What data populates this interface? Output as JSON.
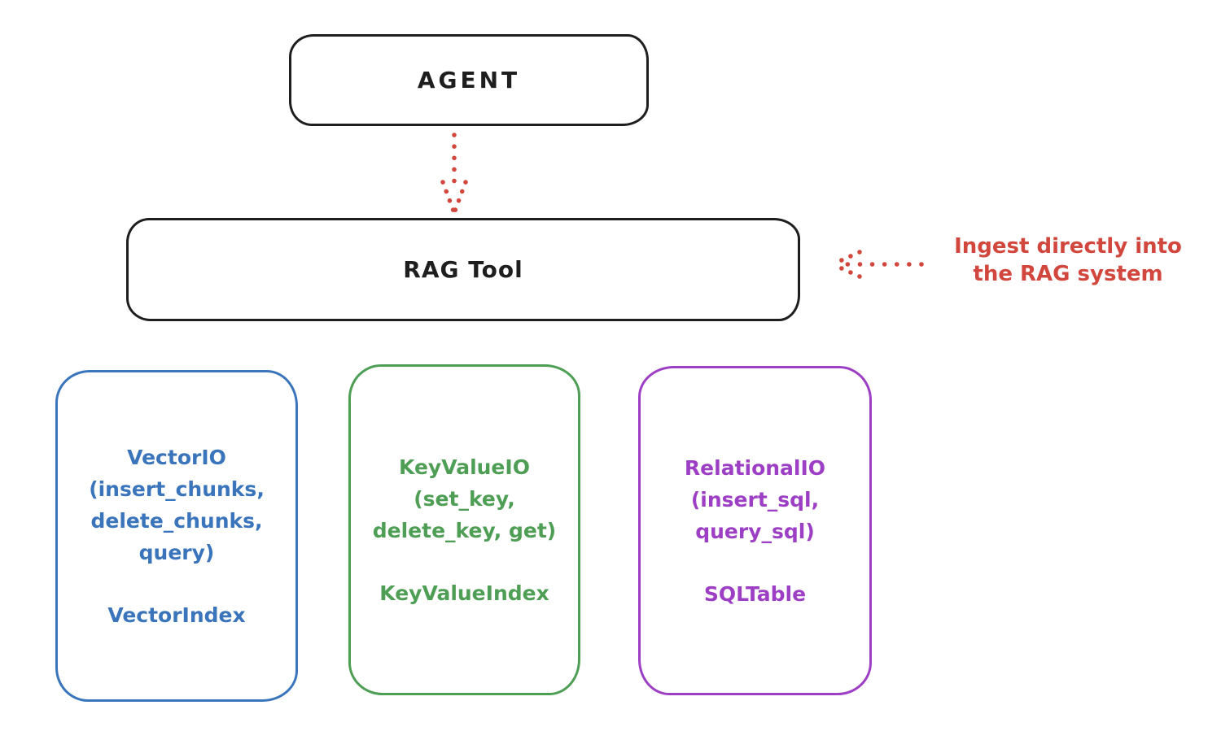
{
  "canvas": {
    "background": "#ffffff",
    "stroke": "#1e1e1e"
  },
  "agent_box": {
    "label": "AGENT",
    "stroke": "#1e1e1e"
  },
  "rag_box": {
    "label": "RAG Tool",
    "stroke": "#1e1e1e"
  },
  "flow_arrow": {
    "style": "dotted",
    "direction": "down",
    "color": "#d2473d"
  },
  "annotation": {
    "arrow": {
      "style": "dotted",
      "direction": "left",
      "color": "#d2473d"
    },
    "line1": "Ingest directly into",
    "line2": "the RAG system",
    "color": "#d2473d"
  },
  "io_boxes": [
    {
      "name": "vector-io",
      "color": "#3a74bb",
      "lines": [
        "VectorIO",
        "(insert_chunks,",
        "delete_chunks,",
        "query)"
      ],
      "index_label": "VectorIndex"
    },
    {
      "name": "keyvalue-io",
      "color": "#4f9e55",
      "lines": [
        "KeyValueIO",
        "(set_key,",
        "delete_key, get)"
      ],
      "index_label": "KeyValueIndex"
    },
    {
      "name": "relational-io",
      "color": "#9d3fc4",
      "lines": [
        "RelationalIO",
        "(insert_sql,",
        "query_sql)"
      ],
      "index_label": "SQLTable"
    }
  ]
}
